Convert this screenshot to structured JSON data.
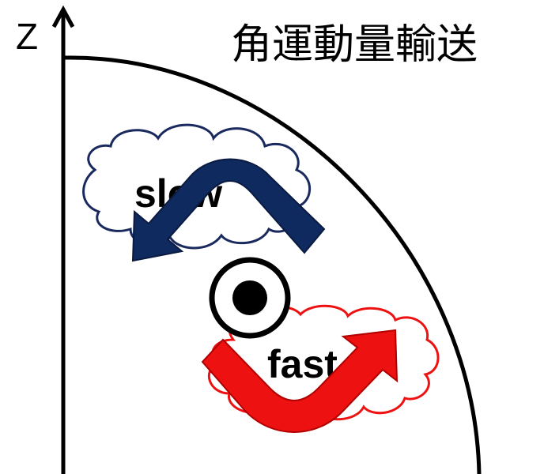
{
  "title": "角運動量輸送",
  "axis": {
    "z_label": "Z"
  },
  "clouds": {
    "slow": {
      "label": "slow",
      "color": "#1a2a5e"
    },
    "fast": {
      "label": "fast",
      "color": "#ee1111"
    }
  },
  "arrows": {
    "slow": {
      "color": "#0f2a5e"
    },
    "fast": {
      "color": "#ee1111"
    }
  },
  "center_marker": {
    "icon": "circled-dot-icon"
  }
}
